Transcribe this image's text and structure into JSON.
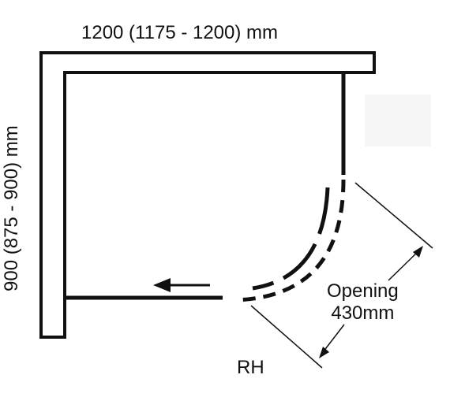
{
  "dimensions": {
    "width": "1200 (1175 - 1200) mm",
    "depth": "900 (875 - 900) mm"
  },
  "opening": {
    "label_line1": "Opening",
    "label_line2": "430mm"
  },
  "handing": "RH",
  "colors": {
    "line": "#111111",
    "background": "#ffffff"
  }
}
